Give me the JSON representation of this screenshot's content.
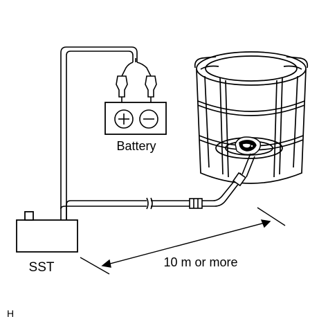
{
  "labels": {
    "battery": "Battery",
    "sst": "SST",
    "distance": "10 m or more",
    "corner_code": "H"
  }
}
